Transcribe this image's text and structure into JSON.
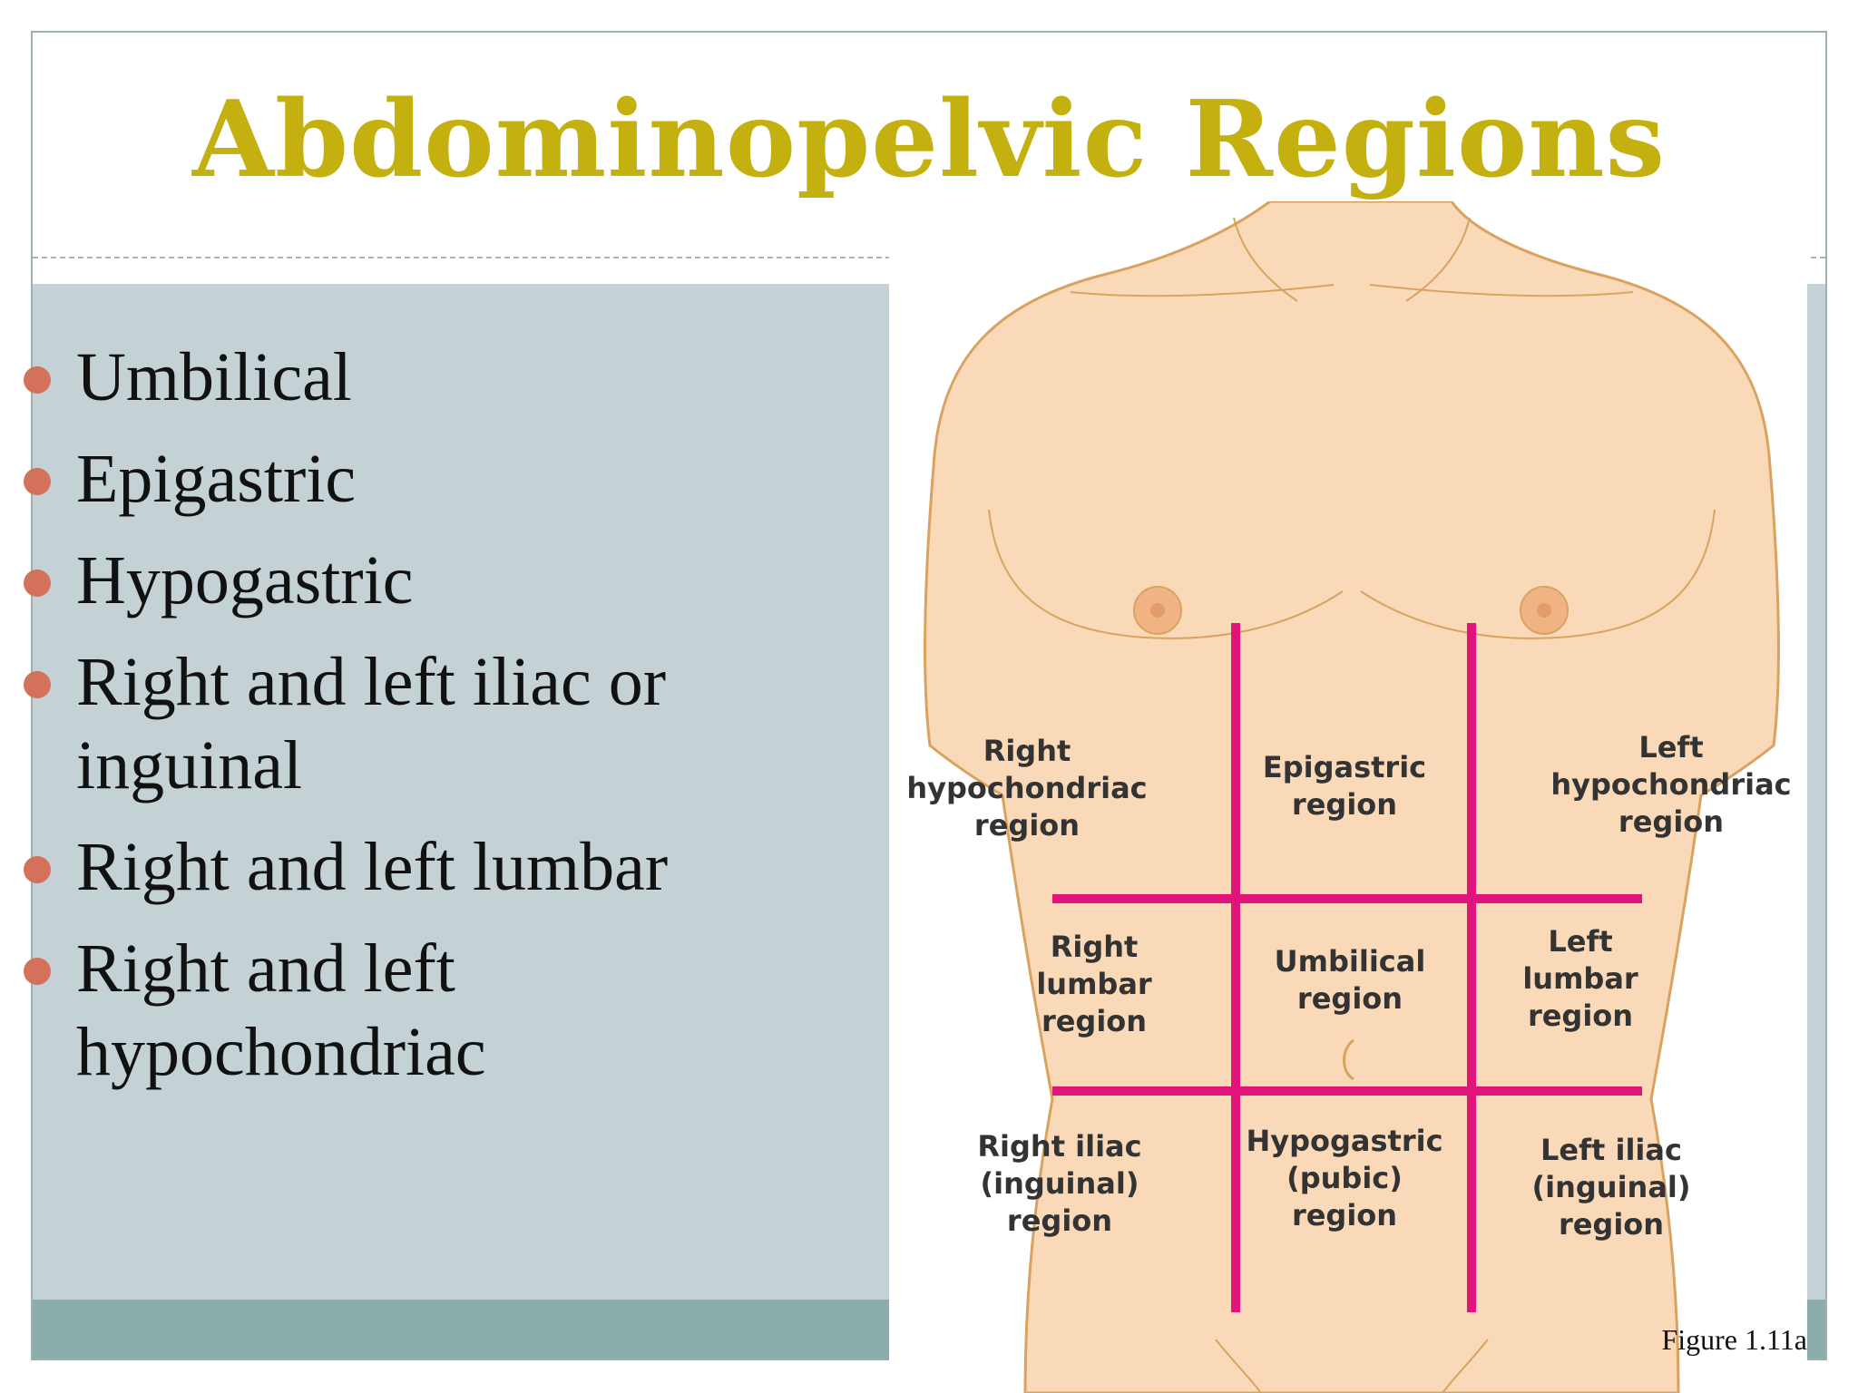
{
  "slide": {
    "title": "Abdominopelvic Regions",
    "bullets": [
      "Umbilical",
      "Epigastric",
      "Hypogastric",
      "Right and left iliac or inguinal",
      "Right and left lumbar",
      "Right and left hypochondriac"
    ]
  },
  "figure": {
    "caption": "Figure 1.11a",
    "regions": {
      "right_hypochondriac": "Right\nhypochondriac\nregion",
      "epigastric": "Epigastric\nregion",
      "left_hypochondriac": "Left\nhypochondriac\nregion",
      "right_lumbar": "Right\nlumbar\nregion",
      "umbilical": "Umbilical\nregion",
      "left_lumbar": "Left\nlumbar\nregion",
      "right_iliac": "Right iliac\n(inguinal)\nregion",
      "hypogastric": "Hypogastric\n(pubic)\nregion",
      "left_iliac": "Left iliac\n(inguinal)\nregion"
    }
  },
  "colors": {
    "title": "#c4b00f",
    "bullet": "#d4715a",
    "panel": "#c4d1d5",
    "footer": "#8badab",
    "grid_lines": "#e0147a",
    "skin": "#f9d9b8"
  }
}
